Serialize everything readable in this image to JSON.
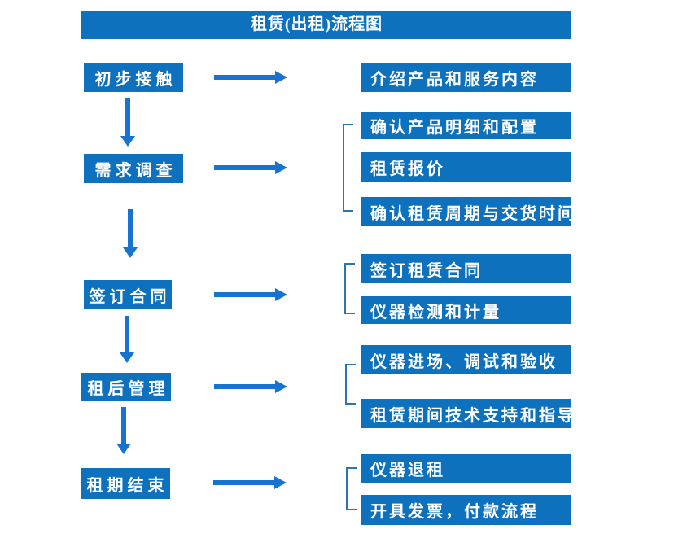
{
  "title": "租赁(出租)流程图",
  "colors": {
    "box_blue": "#0d71bd",
    "arrow_blue": "#1873d0",
    "bracket_blue": "#2e74b5",
    "text_white": "#ffffff"
  },
  "left_steps": [
    {
      "label": "初步接触"
    },
    {
      "label": "需求调查"
    },
    {
      "label": "签订合同"
    },
    {
      "label": "租后管理"
    },
    {
      "label": "租期结束"
    }
  ],
  "right_items": [
    {
      "label": "介绍产品和服务内容"
    },
    {
      "label": "确认产品明细和配置"
    },
    {
      "label": "租赁报价"
    },
    {
      "label": "确认租赁周期与交货时间"
    },
    {
      "label": "签订租赁合同"
    },
    {
      "label": "仪器检测和计量"
    },
    {
      "label": "仪器进场、调试和验收"
    },
    {
      "label": "租赁期间技术支持和指导"
    },
    {
      "label": "仪器退租"
    },
    {
      "label": "开具发票，付款流程"
    }
  ]
}
